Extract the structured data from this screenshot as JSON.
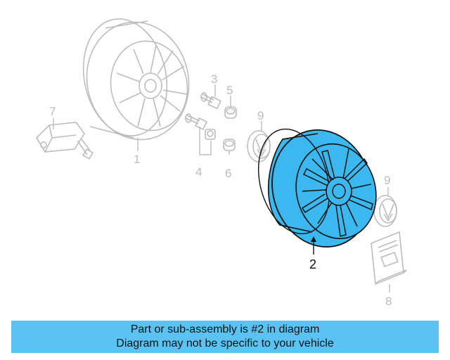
{
  "diagram": {
    "callouts": {
      "c1": "1",
      "c2": "2",
      "c3": "3",
      "c4": "4",
      "c5": "5",
      "c6": "6",
      "c7": "7",
      "c8": "8",
      "c9a": "9",
      "c9b": "9"
    },
    "highlight_part": "2",
    "colors": {
      "highlight_fill": "#3bb8f0",
      "outline": "#111111",
      "ghost": "#bdbdbd"
    }
  },
  "banner": {
    "line1": "Part or sub-assembly is #2 in diagram",
    "line2": "Diagram may not be specific to your vehicle",
    "color": "#5bc3f3"
  }
}
